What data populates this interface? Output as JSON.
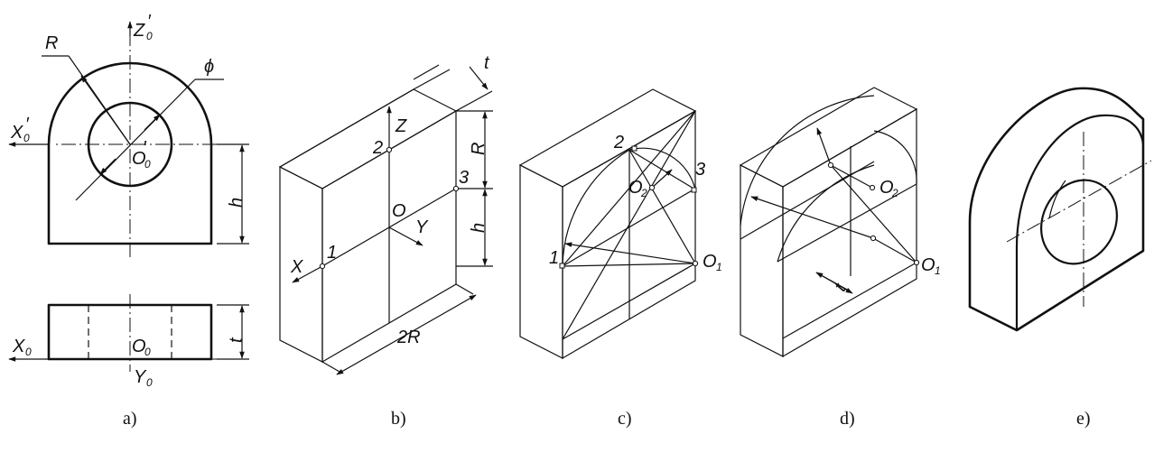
{
  "labels": {
    "R": "R",
    "phi": "ϕ",
    "Z0p": "Z",
    "Z0p_sub": "0",
    "Z0p_prime": "′",
    "X0p": "X",
    "X0p_sub": "0",
    "X0p_prime": "′",
    "O0p": "O",
    "O0p_sub": "0",
    "O0p_prime": "′",
    "h": "h",
    "X0": "X",
    "X0_sub": "0",
    "O0": "O",
    "O0_sub": "0",
    "Y0": "Y",
    "Y0_sub": "0",
    "t": "t",
    "Z": "Z",
    "X": "X",
    "Y": "Y",
    "O": "O",
    "n1": "1",
    "n2": "2",
    "n3": "3",
    "twoR": "2R",
    "O1": "O",
    "O1_sub": "1",
    "O2": "O",
    "O2_sub": "2"
  },
  "captions": [
    "a)",
    "b)",
    "c)",
    "d)",
    "e)"
  ]
}
